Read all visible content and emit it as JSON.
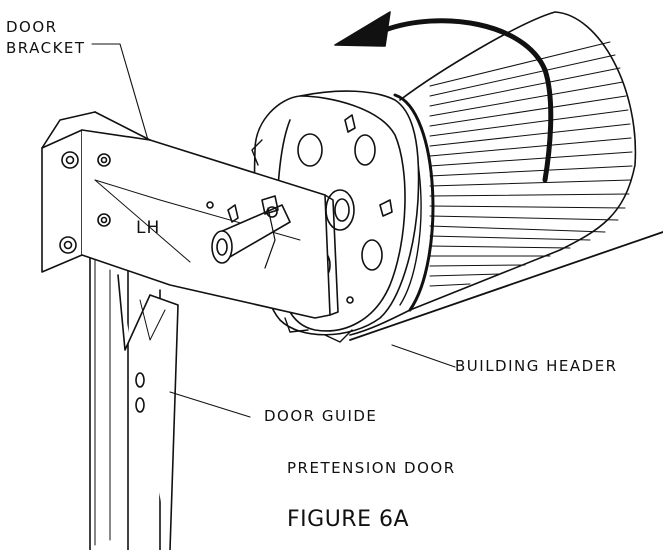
{
  "labels": {
    "door_bracket_line1": "DOOR",
    "door_bracket_line2": "BRACKET",
    "lh": "LH",
    "building_header": "BUILDING HEADER",
    "door_guide": "DOOR GUIDE",
    "pretension": "PRETENSION DOOR",
    "figure": "FIGURE 6A"
  },
  "colors": {
    "line": "#111111",
    "background": "#ffffff"
  }
}
